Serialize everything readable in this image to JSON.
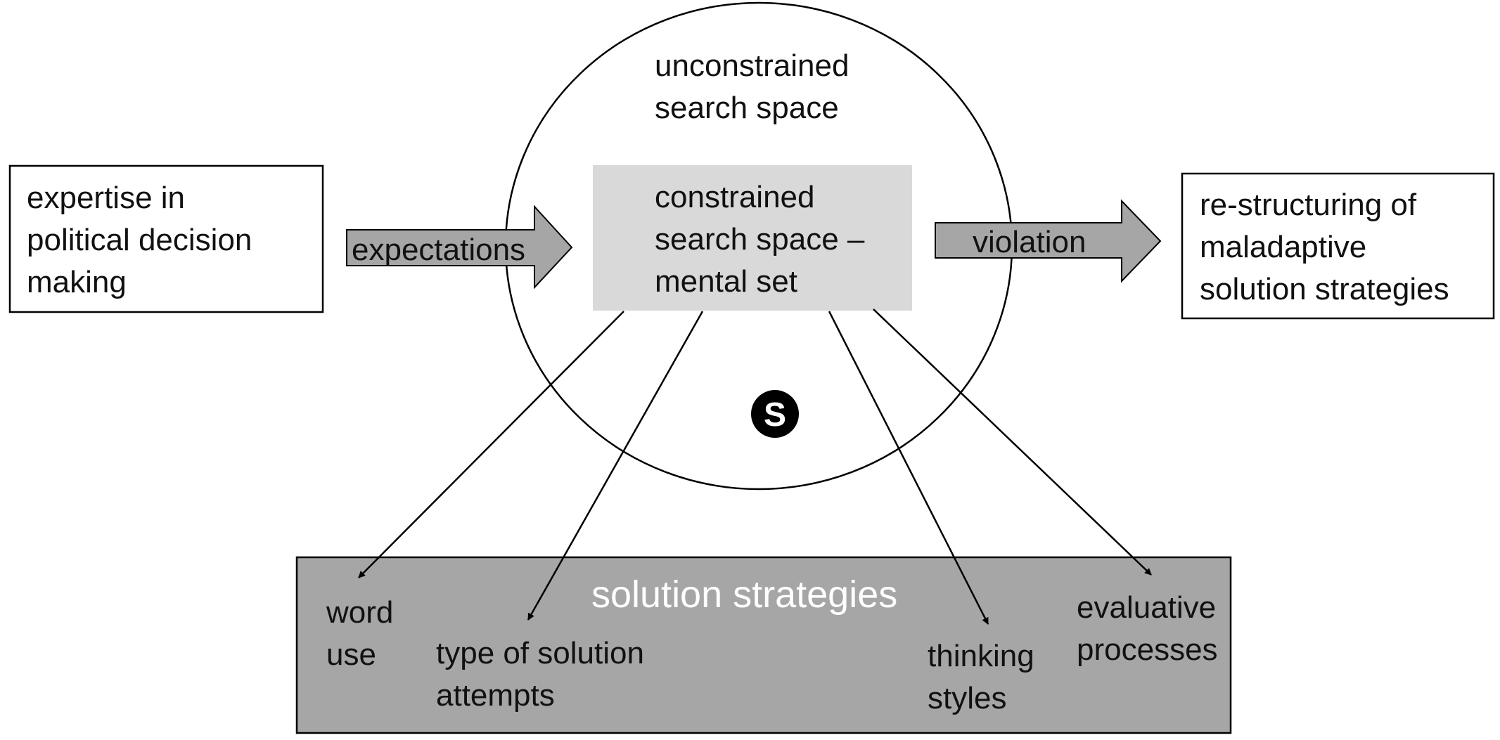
{
  "diagram": {
    "input_box": {
      "text": "expertise in\npolitical decision\nmaking"
    },
    "output_box": {
      "text": "re-structuring of\nmaladaptive\nsolution  strategies"
    },
    "outer_circle": {
      "label": "unconstrained\nsearch space"
    },
    "inner_box": {
      "label": "constrained\nsearch space –\nmental set"
    },
    "s_marker": {
      "label": "S"
    },
    "arrow_in": {
      "label": "expectations"
    },
    "arrow_out": {
      "label": "violation"
    },
    "strategies_panel": {
      "title": "solution  strategies",
      "items": [
        {
          "label": "word\nuse"
        },
        {
          "label": "type  of solution\nattempts"
        },
        {
          "label": "thinking\nstyles"
        },
        {
          "label": "evaluative\nprocesses"
        }
      ]
    },
    "colors": {
      "inner_box_fill": "#d9d9d9",
      "panel_fill": "#a6a6a6",
      "block_arrow_fill": "#a6a6a6",
      "title_text": "#ffffff",
      "marker_fill": "#000000"
    }
  }
}
